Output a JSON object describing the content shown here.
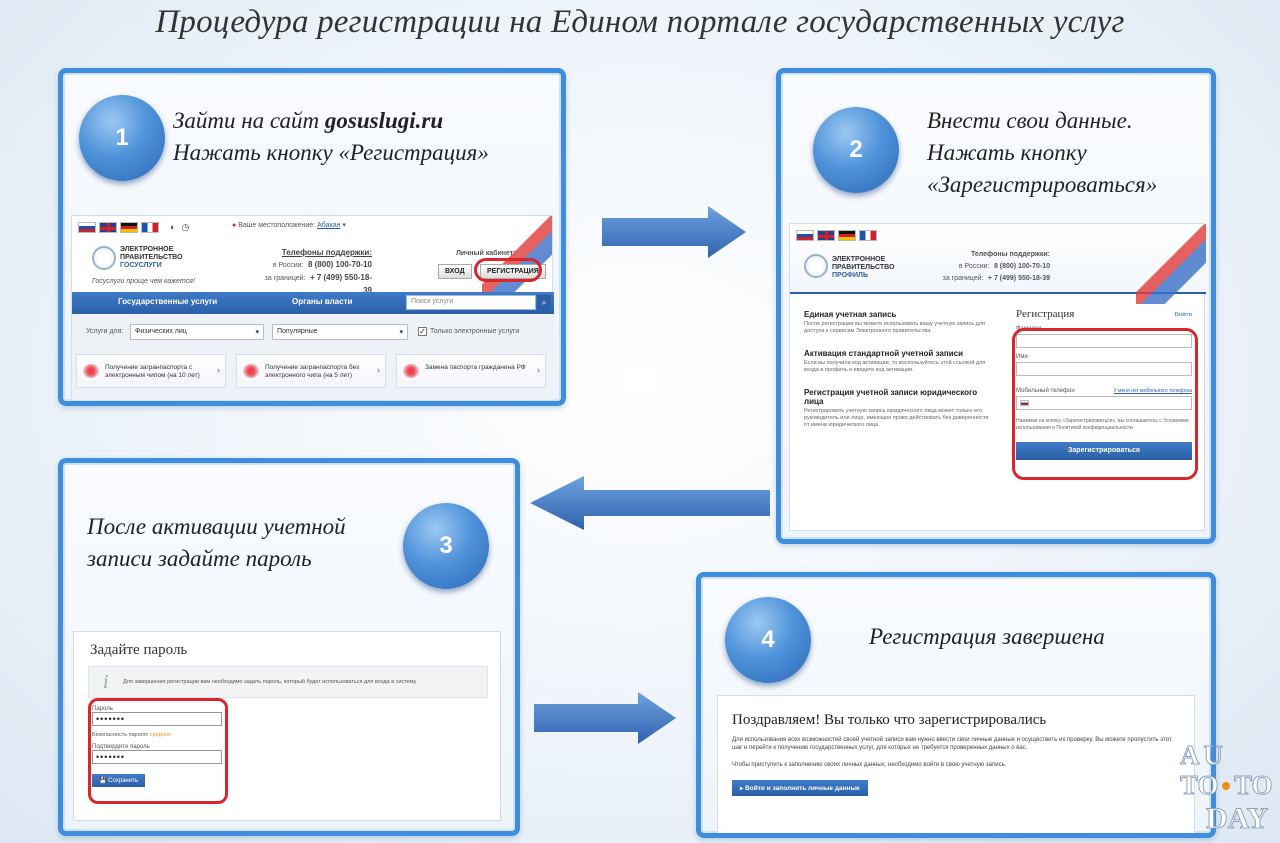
{
  "title": "Процедура регистрации на Едином портале государственных услуг",
  "steps": [
    {
      "number": "1",
      "text_prefix": "Зайти на сайт ",
      "text_site": "gosuslugi.ru",
      "text_line2": "Нажать кнопку «Регистрация»"
    },
    {
      "number": "2",
      "line1": "Внести свои данные.",
      "line2": "Нажать кнопку",
      "line3": "«Зарегистрироваться»"
    },
    {
      "number": "3",
      "line1": "После активации учетной",
      "line2": "записи задайте пароль"
    },
    {
      "number": "4",
      "line1": "Регистрация завершена"
    }
  ],
  "portal": {
    "location_label": "Ваше местоположение:",
    "location_value": "Абакан",
    "logo_line1": "ЭЛЕКТРОННОЕ",
    "logo_line2": "ПРАВИТЕЛЬСТВО",
    "logo_line3": "ГОСУСЛУГИ",
    "slogan": "Госуслуги проще чем кажется!",
    "support_title": "Телефоны поддержки:",
    "support_ru_label": "в России:",
    "support_ru_phone": "8 (800) 100-70-10",
    "support_abroad_label": "за границей:",
    "support_abroad_phone": "+ 7 (499) 550-18-39",
    "cabinet_label": "Личный кабинет:",
    "login_button": "ВХОД",
    "register_button": "РЕГИСТРАЦИЯ",
    "nav_services": "Государственные услуги",
    "nav_authorities": "Органы власти",
    "search_placeholder": "Поиск услуги",
    "services_for_label": "Услуги для:",
    "services_for_value": "Физических лиц",
    "popular_value": "Популярные",
    "only_electronic": "Только электронные услуги",
    "service_cards": [
      "Получение загранпаспорта с электронным чипом (на 10 лет)",
      "Получение загранпаспорта без электронного чипа (на 5 лет)",
      "Замена паспорта гражданина РФ"
    ]
  },
  "registration_page": {
    "logo_line3": "ПРОФИЛЬ",
    "single_account_title": "Единая учетная запись",
    "single_account_text": "После регистрации вы можете использовать вашу учетную запись для доступа к сервисам Электронного правительства.",
    "activation_title": "Активация стандартной учетной записи",
    "activation_text": "Если вы получили код активации, то воспользуйтесь этой ссылкой для входа в профиль и введите код активации.",
    "legal_title": "Регистрация учетной записи юридического лица",
    "legal_text": "Регистрировать учетную запись юридического лица может только его руководитель или лицо, имеющее право действовать без доверенности от имени юридического лица.",
    "form_title": "Регистрация",
    "login_link": "Войти",
    "field_surname": "Фамилия",
    "field_name": "Имя",
    "field_phone": "Мобильный телефон",
    "no_phone_link": "У меня нет мобильного телефона",
    "terms_text": "Нажимая на кнопку «Зарегистрироваться», вы соглашаетесь с Условиями использования и Политикой конфиденциальности",
    "submit_button": "Зарегистрироваться"
  },
  "password_page": {
    "title": "Задайте пароль",
    "info_text": "Для завершения регистрации вам необходимо задать пароль, который будет использоваться для входа в систему",
    "password_label": "Пароль",
    "password_value": "•••••••",
    "strength_label": "Безопасность пароля:",
    "strength_value": "средняя",
    "confirm_label": "Подтвердите пароль",
    "confirm_value": "•••••••",
    "save_button": "Сохранить"
  },
  "done_page": {
    "title": "Поздравляем! Вы только что зарегистрировались",
    "text1": "Для использования всех возможностей своей учетной записи вам нужно ввести свои личные данные и осуществить их проверку. Вы можете пропустить этот шаг и перейти к получению государственных услуг, для которых не требуется проверенных данных о вас.",
    "text2": "Чтобы приступить к заполнению своих личных данных, необходимо войти в свою учетную запись.",
    "button": "Войти и заполнить личные данные"
  },
  "watermark": {
    "line1": "AU",
    "line2": "TO",
    "line3": "TO",
    "line4": "DAY"
  },
  "colors": {
    "panel_border": "#3f8ede",
    "arrow": "#3d78c4",
    "highlight": "#d8262c",
    "button": "#2b5fa6"
  }
}
